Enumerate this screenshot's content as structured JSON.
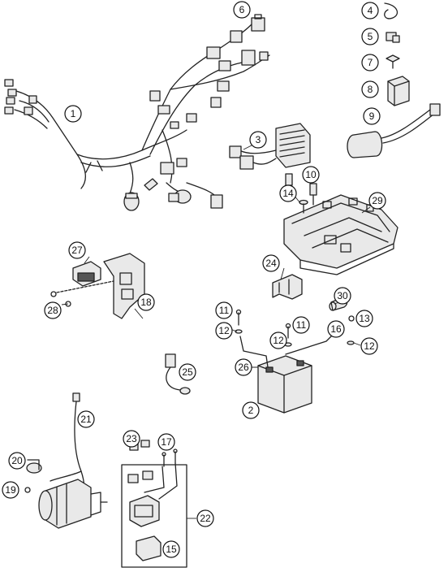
{
  "callouts": {
    "c1": "1",
    "c2": "2",
    "c3": "3",
    "c4": "4",
    "c5": "5",
    "c6": "6",
    "c7": "7",
    "c8": "8",
    "c9": "9",
    "c10": "10",
    "c11a": "11",
    "c11b": "11",
    "c12a": "12",
    "c12b": "12",
    "c12c": "12",
    "c13": "13",
    "c14": "14",
    "c15": "15",
    "c16": "16",
    "c17": "17",
    "c18": "18",
    "c19": "19",
    "c20": "20",
    "c21": "21",
    "c22": "22",
    "c23": "23",
    "c24": "24",
    "c25": "25",
    "c26": "26",
    "c27": "27",
    "c28": "28",
    "c29": "29",
    "c30": "30"
  },
  "colors": {
    "line": "#222222",
    "callout_fill": "#ffffff",
    "part_fill": "#e9e9e9"
  }
}
